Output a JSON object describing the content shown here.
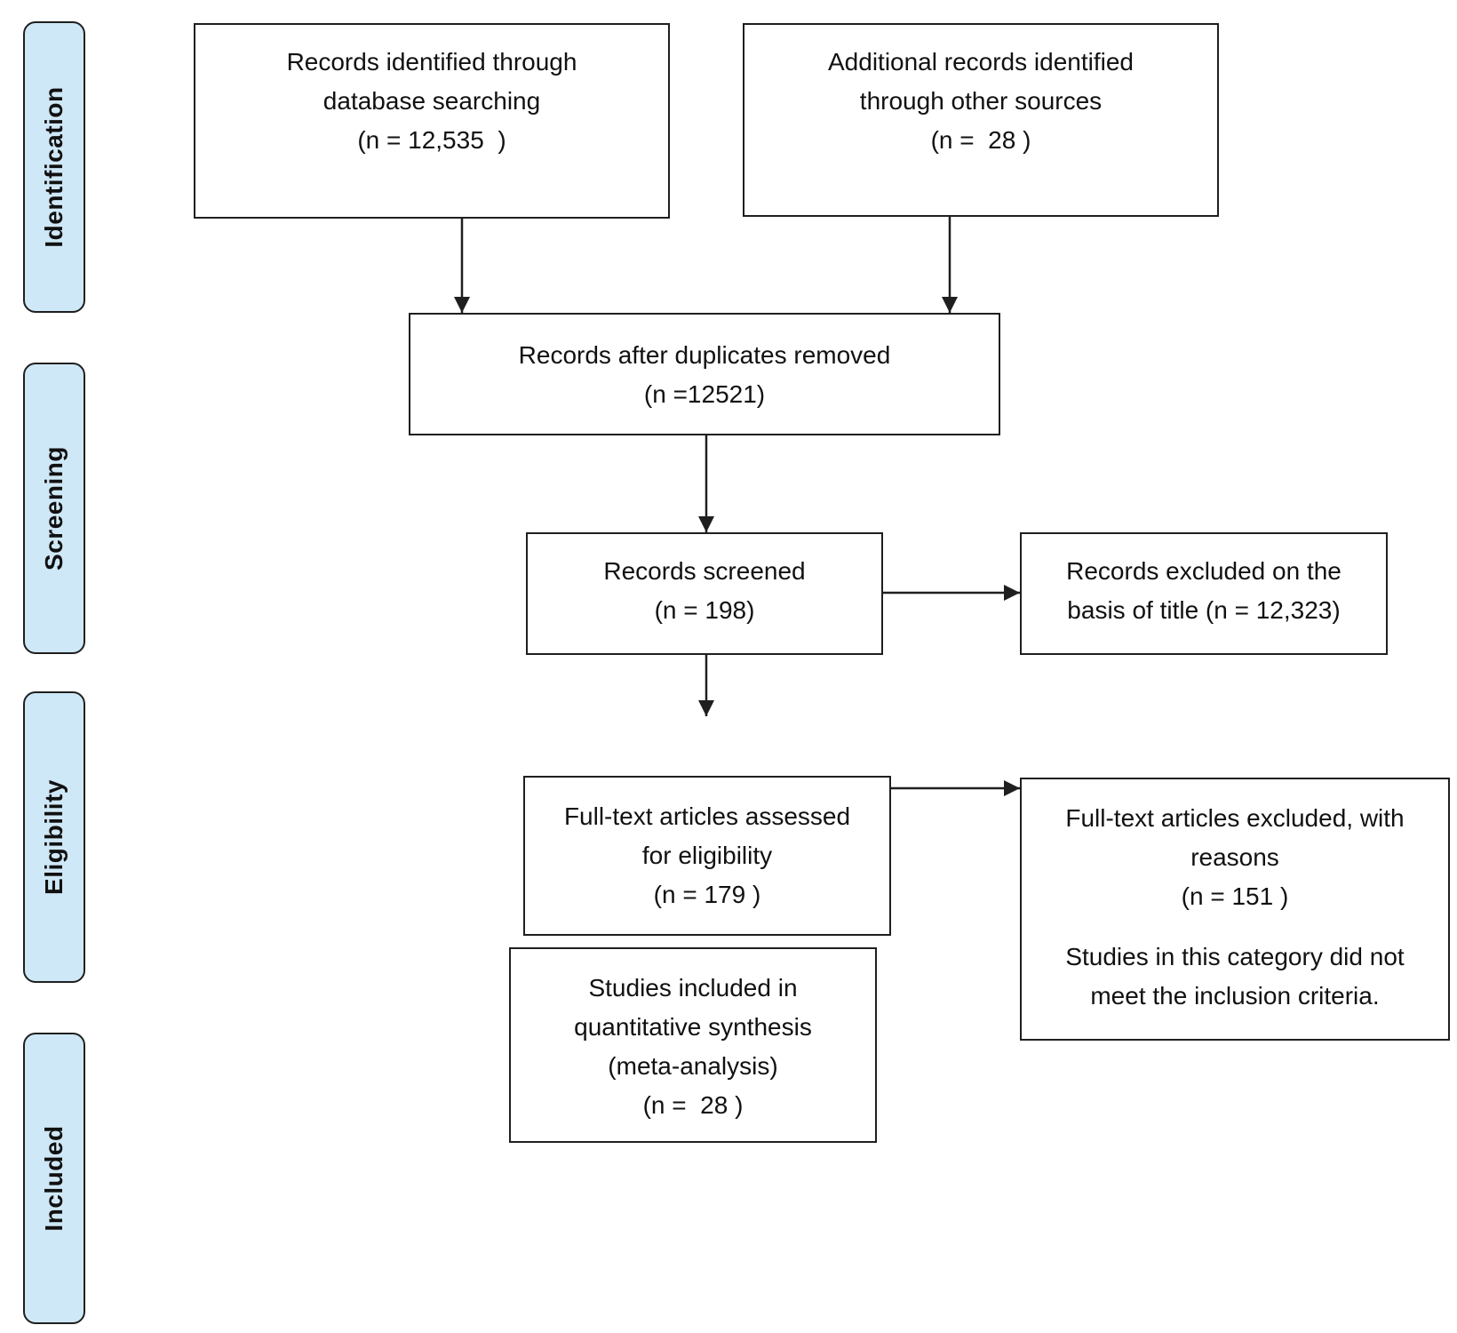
{
  "phases": {
    "identification": "Identification",
    "screening": "Screening",
    "eligibility": "Eligibility",
    "included": "Included"
  },
  "boxes": {
    "database_search": {
      "line1": "Records identified through",
      "line2": "database searching",
      "line3": "(n = 12,535  )"
    },
    "other_sources": {
      "line1": "Additional records identified",
      "line2": "through other sources",
      "line3": "(n =  28 )"
    },
    "duplicates_removed": {
      "line1": "Records after duplicates removed",
      "line2": "(n =12521)"
    },
    "screened": {
      "line1": "Records screened",
      "line2": "(n = 198)"
    },
    "excluded_title": {
      "line1": "Records excluded on the",
      "line2": "basis of title (n = 12,323)"
    },
    "fulltext_assessed": {
      "line1": "Full-text articles assessed",
      "line2": "for eligibility",
      "line3": "(n = 179 )"
    },
    "fulltext_excluded": {
      "line1": "Full-text articles excluded, with",
      "line2": "reasons",
      "line3": "(n = 151 )",
      "line4": "Studies in this category did not",
      "line5": "meet the inclusion criteria."
    },
    "included_studies": {
      "line1": "Studies included in",
      "line2": "quantitative synthesis",
      "line3": "(meta-analysis)",
      "line4": "(n =  28 )"
    }
  },
  "colors": {
    "phase_fill": "#cfe8f7",
    "stroke": "#1f1f1f"
  }
}
